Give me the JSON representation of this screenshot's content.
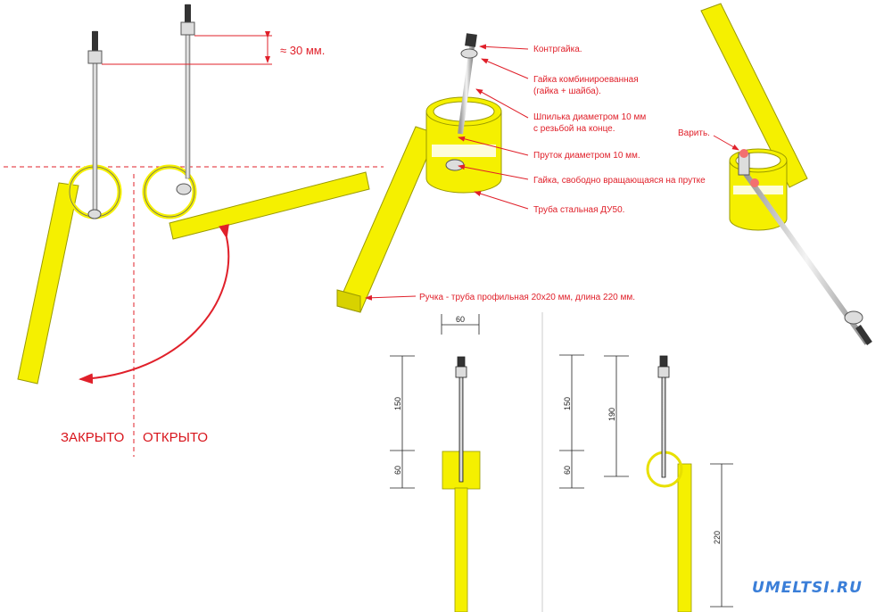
{
  "left_view": {
    "gap_label": "≈ 30 мм.",
    "closed_label": "ЗАКРЫТО",
    "open_label": "ОТКРЫТО"
  },
  "callouts": {
    "locknut": "Контргайка.",
    "combined_nut_1": "Гайка комбинироеванная",
    "combined_nut_2": "(гайка + шайба).",
    "stud_1": "Шпилька диаметром 10 мм",
    "stud_2": "с резьбой на конце.",
    "rod": "Пруток диаметром 10 мм.",
    "free_nut": "Гайка, свободно вращающаяся на прутке",
    "pipe": "Труба стальная ДУ50.",
    "handle": "Ручка - труба профильная 20х20 мм, длина 220 мм.",
    "weld": "Варить."
  },
  "dimensions": {
    "width_top": "60",
    "a_upper": "150",
    "a_lower": "60",
    "b_upper": "150",
    "b_lower": "60",
    "b_total": "190",
    "b_handle": "220"
  },
  "watermark": "UMELTSI.RU",
  "colors": {
    "yellow": "#f5f000",
    "red": "#e0202a",
    "blue": "#3a7ed8"
  }
}
